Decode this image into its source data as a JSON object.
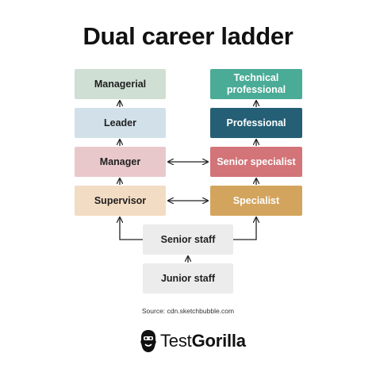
{
  "title": "Dual career ladder",
  "source": "Source: cdn.sketchbubble.com",
  "brand": {
    "part1": "Test",
    "part2": "Gorilla",
    "icon": "gorilla-icon"
  },
  "left_column": [
    {
      "label": "Managerial",
      "color": "#cfdfd3"
    },
    {
      "label": "Leader",
      "color": "#d2e0e9"
    },
    {
      "label": "Manager",
      "color": "#e9c8cc"
    },
    {
      "label": "Supervisor",
      "color": "#f3dcc4"
    }
  ],
  "right_column": [
    {
      "label": "Technical\nprofessional",
      "color": "#4aab96"
    },
    {
      "label": "Professional",
      "color": "#245f76"
    },
    {
      "label": "Senior specialist",
      "color": "#d27478"
    },
    {
      "label": "Specialist",
      "color": "#d3a45d"
    }
  ],
  "bottom": [
    {
      "label": "Senior staff",
      "color": "#ececec"
    },
    {
      "label": "Junior staff",
      "color": "#ececec"
    }
  ]
}
